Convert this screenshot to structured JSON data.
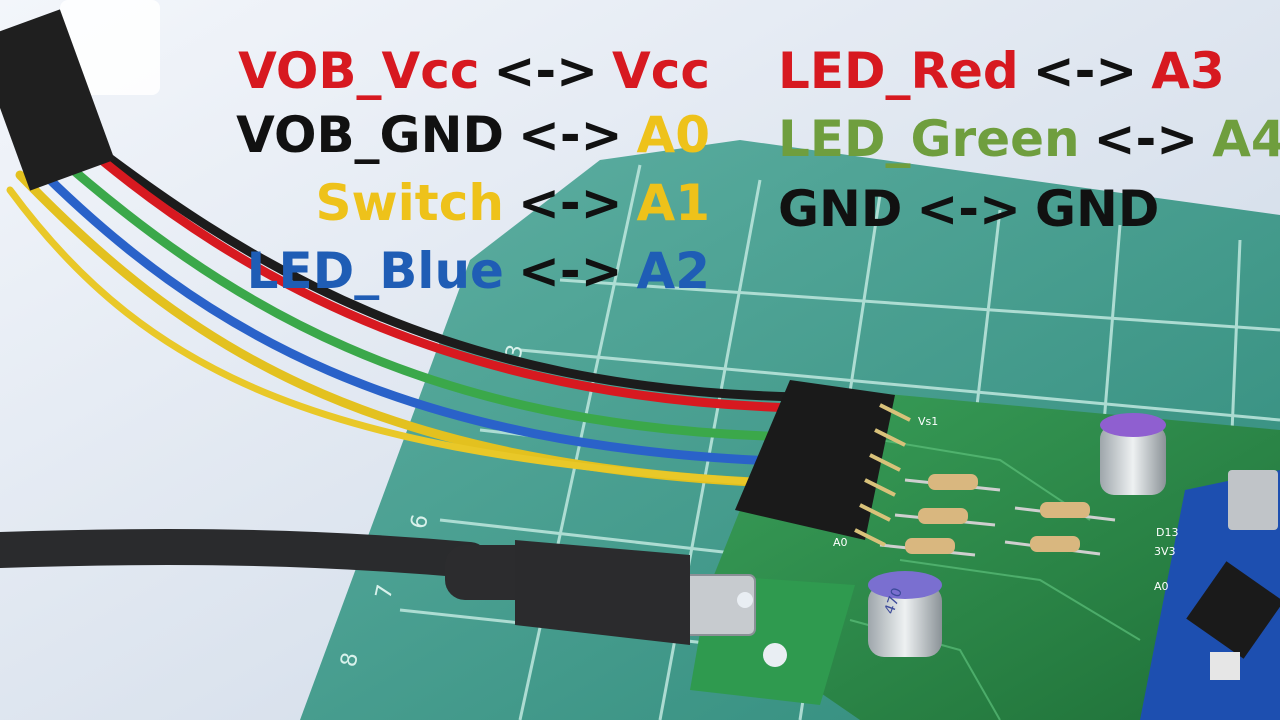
{
  "colors": {
    "red": "#d71920",
    "black": "#111111",
    "yellow": "#eec21a",
    "blue": "#1f5db5",
    "green": "#6f9e3e",
    "pcb": "#2d8a45",
    "mat": "#3a9a8a"
  },
  "connections_left": [
    {
      "name": "VOB_Vcc",
      "sep": "<->",
      "pin": "Vcc",
      "name_color": "red",
      "pin_color": "red"
    },
    {
      "name": "VOB_GND",
      "sep": "<->",
      "pin": "A0",
      "name_color": "black",
      "pin_color": "yellow"
    },
    {
      "name": "Switch",
      "sep": "<->",
      "pin": "A1",
      "name_color": "yellow",
      "pin_color": "yellow"
    },
    {
      "name": "LED_Blue",
      "sep": "<->",
      "pin": "A2",
      "name_color": "blue",
      "pin_color": "blue"
    }
  ],
  "connections_right": [
    {
      "name": "LED_Red",
      "sep": "<->",
      "pin": "A3",
      "name_color": "red",
      "pin_color": "red"
    },
    {
      "name": "LED_Green",
      "sep": "<->",
      "pin": "A4",
      "name_color": "green",
      "pin_color": "green"
    },
    {
      "name": "GND",
      "sep": "<->",
      "pin": "GND",
      "name_color": "black",
      "pin_color": "black"
    }
  ],
  "mat_numbers": [
    "3",
    "6",
    "7",
    "8"
  ],
  "pcb_labels": {
    "vs1": "Vs1",
    "a0": "A0",
    "d13": "D13",
    "v33": "3V3",
    "a0b": "A0",
    "cap_value": "470"
  }
}
